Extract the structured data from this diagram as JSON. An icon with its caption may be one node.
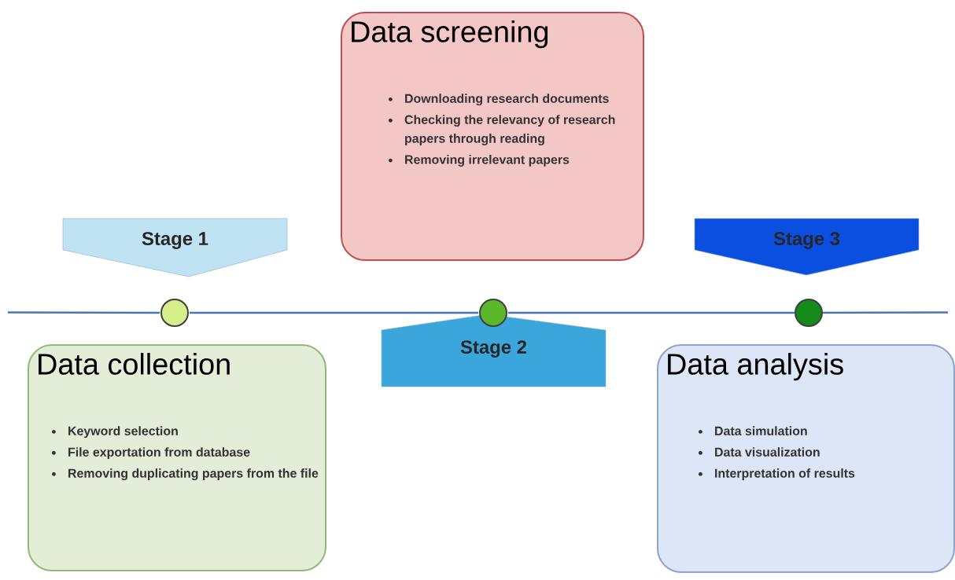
{
  "diagram": {
    "nodes": [
      {
        "text": [
          "Data screening",
          "Downloading research documents",
          "Checking the relevancy of research papers through reading",
          "Removing irrelevant papers"
        ]
      },
      {
        "text": [
          "Stage 1"
        ]
      },
      {
        "text": [
          "Stage 3"
        ]
      },
      {
        "text": [],
        "shape": "circle"
      },
      {
        "text": [],
        "shape": "circle"
      },
      {
        "text": [],
        "shape": "circle"
      },
      {
        "text": [
          "Data collection",
          "Keyword selection",
          "File exportation from database",
          "Removing duplicating papers from the file"
        ]
      },
      {
        "text": [
          "Stage 2"
        ]
      },
      {
        "text": [
          "Data analysis",
          "Data simulation",
          "Data visualization",
          "Interpretation of results"
        ]
      }
    ],
    "edges": [
      {
        "from": null,
        "to": 3,
        "arrow": "none"
      },
      {
        "from": 3,
        "to": 4,
        "arrow": "none"
      },
      {
        "from": 4,
        "to": 5,
        "arrow": "none"
      },
      {
        "from": 5,
        "to": null,
        "arrow": "none"
      }
    ]
  }
}
